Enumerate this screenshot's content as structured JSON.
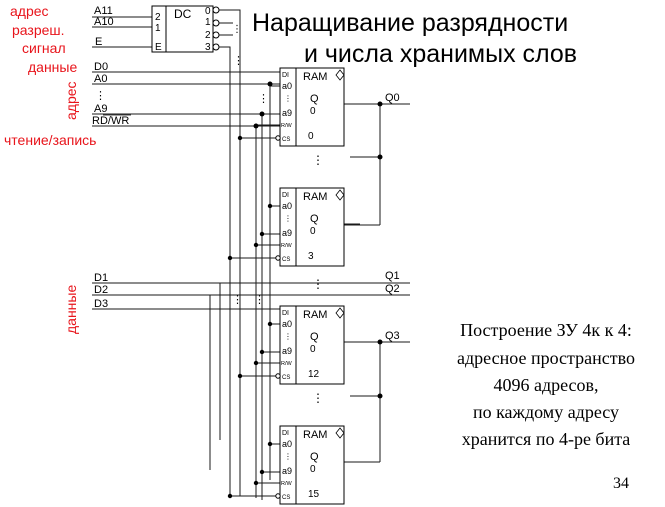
{
  "slide": {
    "title_line1": "Наращивание разрядности",
    "title_line2": "и числа хранимых слов",
    "page_number": "34",
    "caption": [
      "Построение ЗУ 4к к 4:",
      "адресное пространство",
      "4096 адресов,",
      "по каждому адресу",
      "хранится по 4-ре бита"
    ]
  },
  "side_labels": {
    "address": "адрес",
    "enable": "разреш.",
    "signal": "сигнал",
    "data": "данные",
    "address_vertical": "адрес",
    "read_write": "чтение/запись",
    "data_vertical": "данные"
  },
  "signals": {
    "a11": "A11",
    "a10": "A10",
    "e": "E",
    "d0": "D0",
    "a0": "A0",
    "dots": "⋮",
    "a9": "A9",
    "rdwr": "RD/WR",
    "d1": "D1",
    "d2": "D2",
    "d3": "D3"
  },
  "decoder": {
    "label": "DC",
    "in_2": "2",
    "in_1": "1",
    "in_e": "E",
    "outputs": [
      "0",
      "1",
      "2",
      "3"
    ],
    "dots": "⋮"
  },
  "ram": {
    "label": "RAM",
    "pin_di": "DI",
    "pin_a0": "a0",
    "pin_a9": "a9",
    "pin_rw": "R/W",
    "pin_cs": "CS",
    "out_q": "Q",
    "out_0": "0",
    "dots": "⋮",
    "blocks": [
      "0",
      "3",
      "12",
      "15"
    ]
  },
  "outputs": {
    "q0": "Q0",
    "q1": "Q1",
    "q2": "Q2",
    "q3": "Q3"
  },
  "colors": {
    "red": "#e8141b",
    "black": "#000000",
    "wire": "#1a1a1a"
  }
}
